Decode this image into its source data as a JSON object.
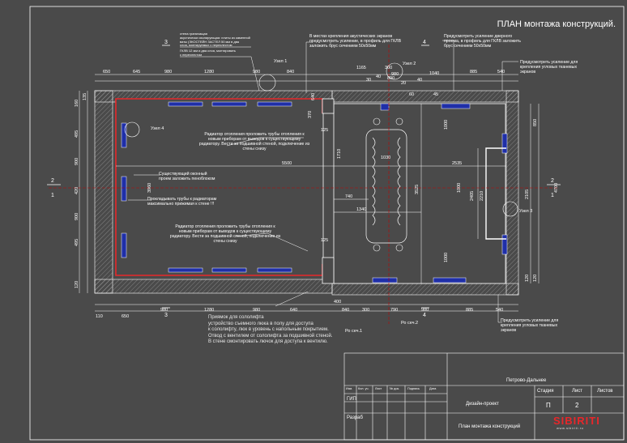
{
  "drawing": {
    "title": "ПЛАН монтажа конструкций.",
    "colors": {
      "background": "#4a4a4a",
      "lines": "#ffffff",
      "highlight": "#e8272a",
      "fill": "#1f2fa8",
      "accent": "#c00000"
    }
  },
  "legend": {
    "line1": "стена граничащая",
    "line2": "акустически изолирующая: плиты из каменной ваты (ЭКОСТЕЙН ЗАСТЕЛ 50 мм в два",
    "line3": "слоя, монтируемых с перехлестом",
    "line4": "ГКЛВ 12 мм и два слоя, монтировать",
    "line5": "с перехлестом"
  },
  "callouts": {
    "acoustic": "В местах крепления акустических экранов предусмотреть усиление, в профиль для ГКЛВ заложить брус сечением 50х50мм",
    "door": "Предусмотреть усиление дверного проема, в профиль для ГКЛВ заложить брус сечением 50х50мм",
    "reinforce_top": "Предусмотреть усиление для крепления угловых тканевых экранов",
    "reinforce_bottom": "Предусмотреть усиление для крепления угловых тканевых экранов",
    "radiator_top": "Радиатор отопления проложить трубы отопления к новым приборам от выводов к существующему радиатору. Вести за подшивной стеной, подключение из стены снизу",
    "radiator_bottom": "Радиатор отопления проложить трубы отопления к новым приборам от выводов к существующему радиатору. Вести за подшивной стеной, подключение из стены снизу",
    "window": "Существующий оконный проем заложить пеноблоком",
    "pipes": "Прокладывать трубы к радиаторам максимально прижимая к стене !!!",
    "node1": "Узел 1",
    "node2": "Узел 2",
    "node3": "Узел 3",
    "node4": "Узел 4",
    "section1": "Ро сеч.1",
    "section2": "Ро сеч.2"
  },
  "bottom_note": {
    "line1": "Приямок для сололифта",
    "line2": "устройство съемного люка в полу для доступа",
    "line3": "к сололифту, люк в уровень с напольным покрытием.",
    "line4": "Отвод с вентилем от сололифта за подшивной стеной.",
    "line5": "В стене смонтировать лючок для доступа к вентилю."
  },
  "marks": {
    "a1": "1",
    "a2": "2",
    "a3": "3",
    "a4": "4"
  },
  "dimensions": {
    "top": [
      "650",
      "645",
      "980",
      "1280",
      "980",
      "840",
      "1165",
      "300",
      "1040",
      "885",
      "540"
    ],
    "top_small": [
      "30",
      "40",
      "890",
      "980",
      "20",
      "60",
      "40",
      "45"
    ],
    "bottom": [
      "110",
      "650",
      "980",
      "1280",
      "980",
      "640",
      "300",
      "790",
      "980",
      "885",
      "540"
    ],
    "bottom_small": [
      "400",
      "840"
    ],
    "left": [
      "160",
      "135",
      "495",
      "900",
      "420",
      "900",
      "495",
      "120"
    ],
    "right": [
      "850",
      "2405",
      "2210",
      "2105",
      "120",
      "120"
    ],
    "inner": [
      "5500",
      "2535",
      "1710",
      "1030",
      "740",
      "1340",
      "3525",
      "3960",
      "1000",
      "1000",
      "640",
      "125",
      "125",
      "370",
      "1000",
      "4700"
    ]
  },
  "title_block": {
    "project": "Петрово-Дальнее",
    "stage_label": "Дизайн-проект",
    "sheet_name": "План монтажа конструкций",
    "col_stage": "Стадия",
    "col_sheet": "Лист",
    "col_sheets": "Листов",
    "stage": "П",
    "sheet": "2",
    "gip": "ГИП",
    "developer": "Разраб",
    "cols": [
      "Изм.",
      "Кол. уч.",
      "Лист",
      "№ док.",
      "Подпись",
      "Дата"
    ]
  },
  "logo": {
    "name": "SIBIRITI",
    "site": "www.sibiriti.ru"
  }
}
